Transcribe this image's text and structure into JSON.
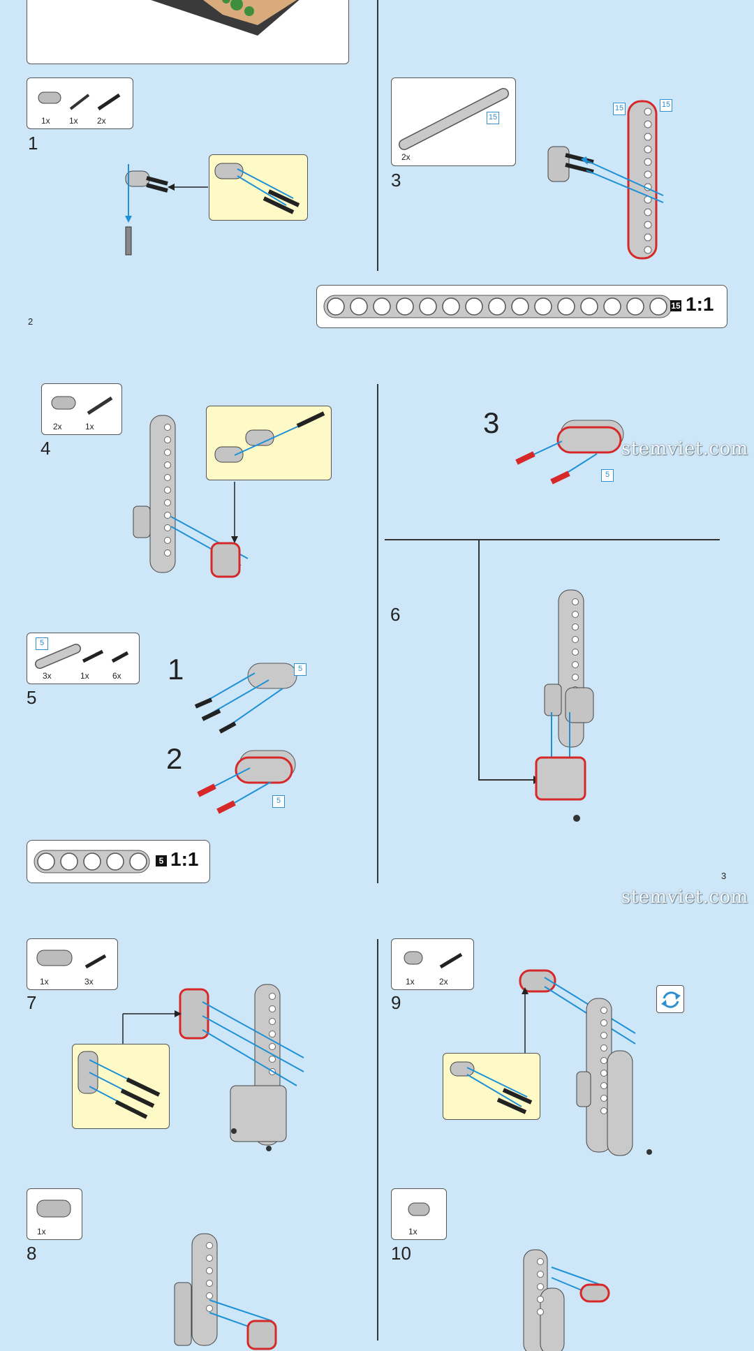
{
  "pages": {
    "left_number": "2",
    "right_number": "3"
  },
  "watermark": "stemviet.com",
  "steps": [
    {
      "number": "1",
      "parts": [
        "1x",
        "1x",
        "2x"
      ]
    },
    {
      "number": "3",
      "parts": [
        "2x"
      ],
      "beam_label": "15"
    },
    {
      "number": "4",
      "parts": [
        "2x",
        "1x"
      ]
    },
    {
      "number": "5",
      "parts": [
        "3x",
        "1x",
        "6x"
      ],
      "beam_label": "5"
    },
    {
      "number": "6"
    },
    {
      "number": "7",
      "parts": [
        "1x",
        "3x"
      ]
    },
    {
      "number": "8",
      "parts": [
        "1x"
      ]
    },
    {
      "number": "9",
      "parts": [
        "1x",
        "2x"
      ]
    },
    {
      "number": "10",
      "parts": [
        "1x"
      ]
    }
  ],
  "substeps": {
    "s1": "1",
    "s2": "2",
    "s3": "3"
  },
  "callouts": {
    "beam15": "15",
    "beam5": "5"
  },
  "rulers": [
    {
      "badge": "15",
      "scale": "1:1"
    },
    {
      "badge": "5",
      "scale": "1:1"
    }
  ],
  "colors": {
    "background": "#cde7f8",
    "arrow": "#1e90d6",
    "highlight": "#d62828",
    "callout": "#fdfac8"
  }
}
